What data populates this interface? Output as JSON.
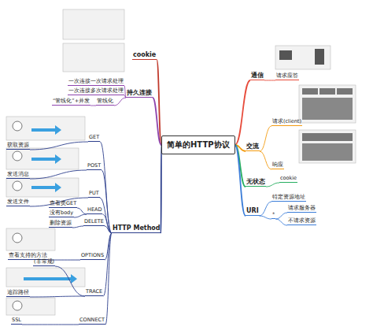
{
  "diagram": {
    "nodes": [
      {
        "text": [
          "简单的HTTP协议"
        ]
      },
      {
        "text": [
          "通信"
        ]
      },
      {
        "text": [
          "请求应答"
        ]
      },
      {
        "text": [
          "交流"
        ]
      },
      {
        "text": [
          "请求(client)"
        ]
      },
      {
        "text": [
          "响应"
        ]
      },
      {
        "text": [
          "无状态"
        ]
      },
      {
        "text": [
          "cookie"
        ]
      },
      {
        "text": [
          "URI"
        ]
      },
      {
        "text": [
          "特定资源地址"
        ]
      },
      {
        "text": [
          "*"
        ]
      },
      {
        "text": [
          "请求服务器"
        ]
      },
      {
        "text": [
          "不请求资源"
        ]
      },
      {
        "text": [
          "cookie"
        ]
      },
      {
        "text": [
          "持久连接"
        ]
      },
      {
        "text": [
          "一次连接一次请求处理"
        ]
      },
      {
        "text": [
          "一次连接多次请求处理"
        ]
      },
      {
        "text": [
          "管线化"
        ]
      },
      {
        "text": [
          "“管线化”+并发"
        ]
      },
      {
        "text": [
          "HTTP Method"
        ]
      },
      {
        "text": [
          "GET"
        ]
      },
      {
        "text": [
          "获取资源"
        ]
      },
      {
        "text": [
          "POST"
        ]
      },
      {
        "text": [
          "发送消息"
        ]
      },
      {
        "text": [
          "PUT"
        ]
      },
      {
        "text": [
          "发送文件"
        ]
      },
      {
        "text": [
          "HEAD"
        ]
      },
      {
        "text": [
          "查看类GET"
        ]
      },
      {
        "text": [
          "没有body"
        ]
      },
      {
        "text": [
          "DELETE"
        ]
      },
      {
        "text": [
          "删除资源"
        ]
      },
      {
        "text": [
          "OPTIONS"
        ]
      },
      {
        "text": [
          "查看支持的方法"
        ]
      },
      {
        "text": [
          "TRACE"
        ]
      },
      {
        "text": [
          "(非常规)"
        ]
      },
      {
        "text": [
          "追踪路径"
        ]
      },
      {
        "text": [
          "CONNECT"
        ]
      },
      {
        "text": [
          "SSL"
        ]
      }
    ],
    "edges": [
      {
        "from": 0,
        "to": 1,
        "arrow": "none"
      },
      {
        "from": 1,
        "to": 2,
        "arrow": "none"
      },
      {
        "from": 0,
        "to": 3,
        "arrow": "none"
      },
      {
        "from": 3,
        "to": 4,
        "arrow": "none"
      },
      {
        "from": 3,
        "to": 5,
        "arrow": "none"
      },
      {
        "from": 0,
        "to": 6,
        "arrow": "none"
      },
      {
        "from": 6,
        "to": 7,
        "arrow": "none"
      },
      {
        "from": 0,
        "to": 8,
        "arrow": "none"
      },
      {
        "from": 8,
        "to": 9,
        "arrow": "none"
      },
      {
        "from": 8,
        "to": 10,
        "arrow": "none"
      },
      {
        "from": 10,
        "to": 11,
        "arrow": "none"
      },
      {
        "from": 10,
        "to": 12,
        "arrow": "none"
      },
      {
        "from": 0,
        "to": 13,
        "arrow": "none"
      },
      {
        "from": 0,
        "to": 14,
        "arrow": "none"
      },
      {
        "from": 14,
        "to": 15,
        "arrow": "none"
      },
      {
        "from": 14,
        "to": 16,
        "arrow": "none"
      },
      {
        "from": 14,
        "to": 17,
        "arrow": "none"
      },
      {
        "from": 17,
        "to": 18,
        "arrow": "none"
      },
      {
        "from": 0,
        "to": 19,
        "arrow": "none"
      },
      {
        "from": 19,
        "to": 20,
        "arrow": "none"
      },
      {
        "from": 20,
        "to": 21,
        "arrow": "none"
      },
      {
        "from": 19,
        "to": 22,
        "arrow": "none"
      },
      {
        "from": 22,
        "to": 23,
        "arrow": "none"
      },
      {
        "from": 19,
        "to": 24,
        "arrow": "none"
      },
      {
        "from": 24,
        "to": 25,
        "arrow": "none"
      },
      {
        "from": 19,
        "to": 26,
        "arrow": "none"
      },
      {
        "from": 26,
        "to": 27,
        "arrow": "none"
      },
      {
        "from": 26,
        "to": 28,
        "arrow": "none"
      },
      {
        "from": 19,
        "to": 29,
        "arrow": "none"
      },
      {
        "from": 29,
        "to": 30,
        "arrow": "none"
      },
      {
        "from": 19,
        "to": 31,
        "arrow": "none"
      },
      {
        "from": 31,
        "to": 32,
        "arrow": "none"
      },
      {
        "from": 19,
        "to": 33,
        "arrow": "none"
      },
      {
        "from": 33,
        "to": 34,
        "arrow": "none"
      },
      {
        "from": 33,
        "to": 35,
        "arrow": "none"
      },
      {
        "from": 19,
        "to": 36,
        "arrow": "none"
      },
      {
        "from": 36,
        "to": 37,
        "arrow": "none"
      }
    ]
  }
}
